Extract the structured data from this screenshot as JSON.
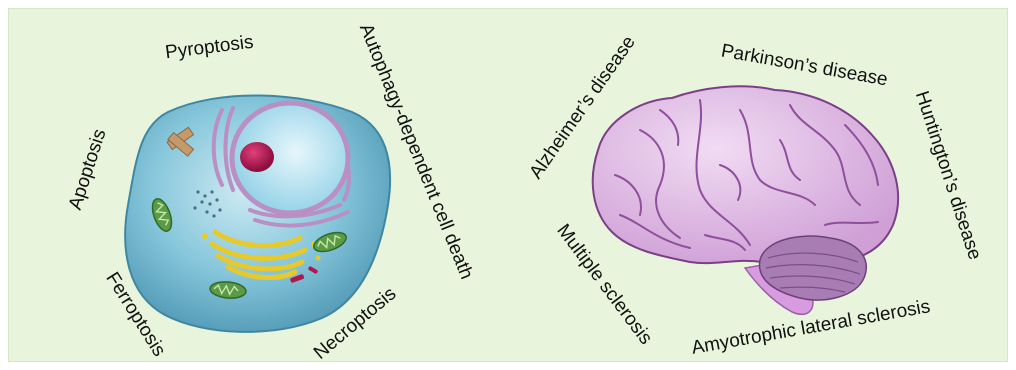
{
  "cell_labels": {
    "pyroptosis": "Pyroptosis",
    "autophagy": "Autophagy-dependent cell death",
    "apoptosis": "Apoptosis",
    "ferroptosis": "Ferroptosis",
    "necroptosis": "Necroptosis"
  },
  "disease_labels": {
    "alzheimers": "Alzheimer’s disease",
    "parkinsons": "Parkinson’s disease",
    "huntingtons": "Huntington’s disease",
    "multiple_sclerosis": "Multiple sclerosis",
    "als": "Amyotrophic lateral sclerosis"
  },
  "colors": {
    "background": "#e8f5dc",
    "cell_body": "#7fc3d8",
    "nucleus": "#a8dcef",
    "nucleolus": "#b0174f",
    "mitochondria": "#5a9a48",
    "golgi": "#e7c92c",
    "er": "#b98fc4",
    "brain": "#e3bfe6",
    "cerebellum": "#a77db3",
    "brainstem": "#d89be0"
  },
  "icons": {
    "cell": "animal-cell-illustration",
    "brain": "brain-illustration"
  }
}
